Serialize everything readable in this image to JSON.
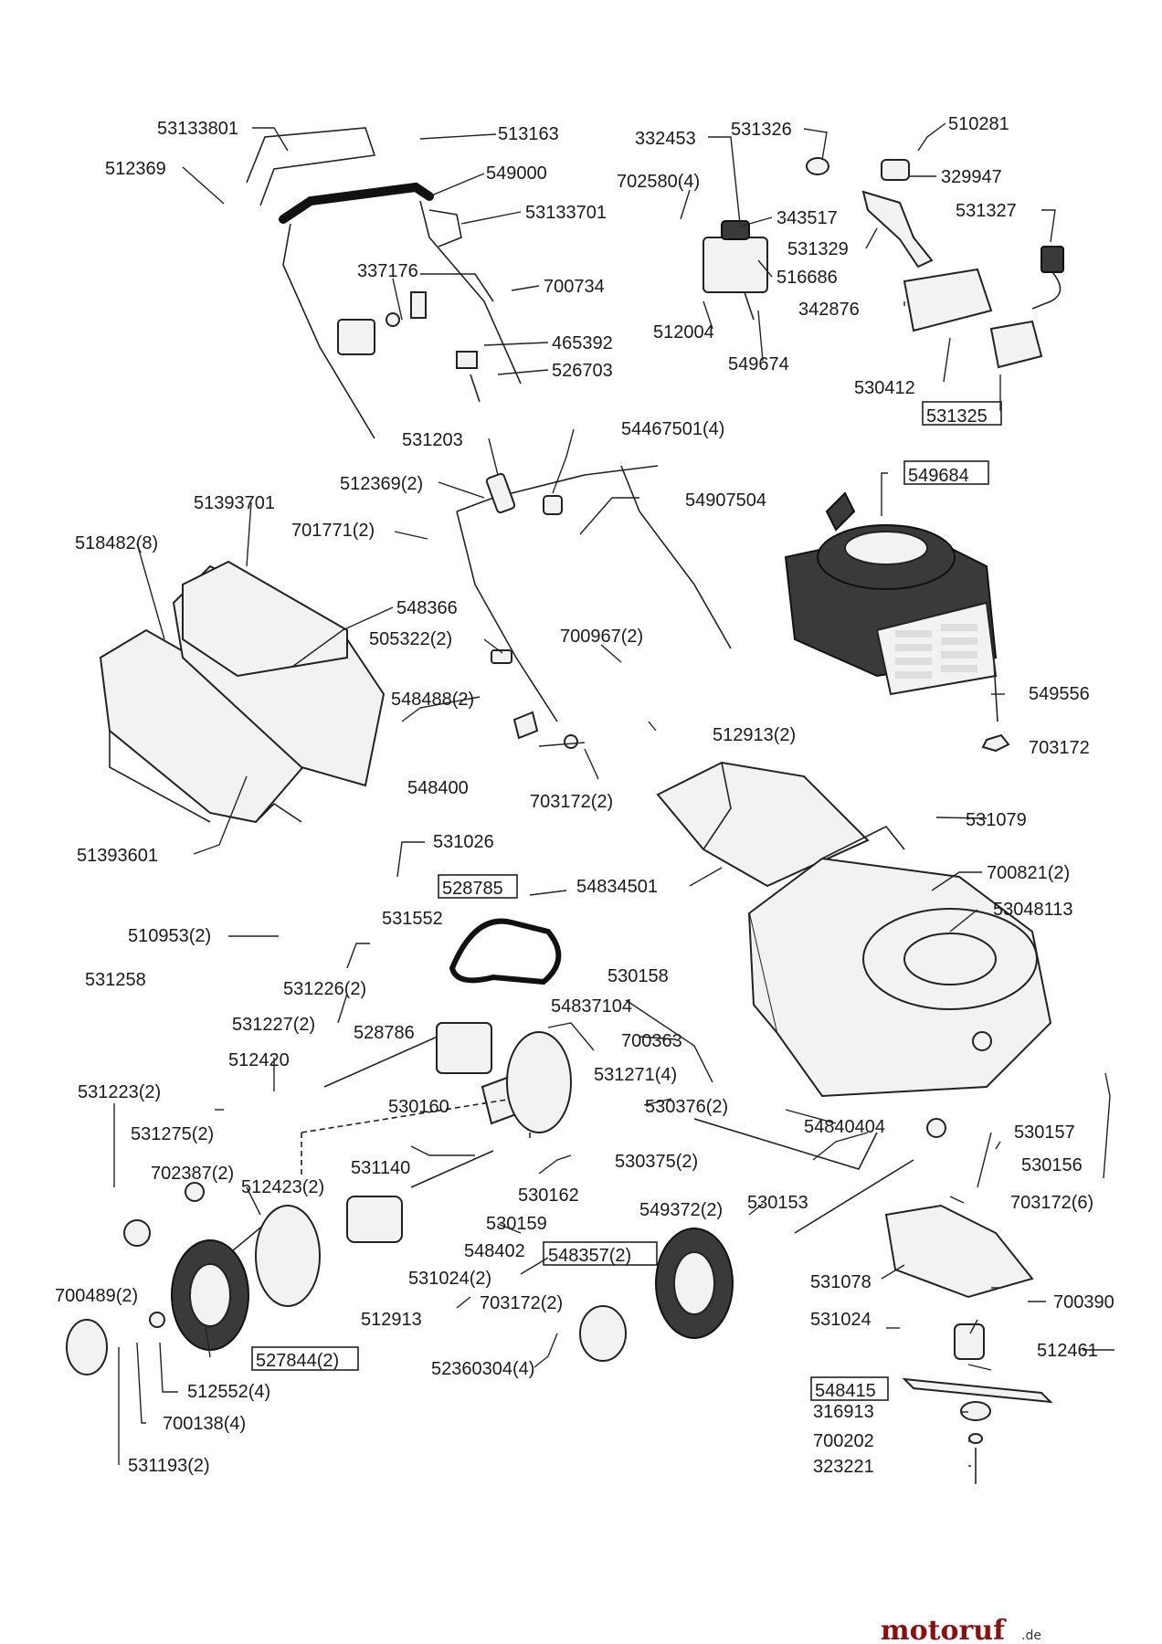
{
  "labels": {
    "l1": "53133801",
    "l2": "513163",
    "l3": "512369",
    "l4": "549000",
    "l5": "53133701",
    "l6": "337176",
    "l7": "700734",
    "l8": "465392",
    "l9": "526703",
    "l10": "332453",
    "l11": "531326",
    "l12": "510281",
    "l13": "702580(4)",
    "l14": "329947",
    "l15": "343517",
    "l16": "531327",
    "l17": "531329",
    "l18": "516686",
    "l19": "342876",
    "l20": "512004",
    "l21": "549674",
    "l22": "530412",
    "l23": "531325",
    "l24": "531203",
    "l25": "54467501(4)",
    "l26": "512369(2)",
    "l27": "54907504",
    "l28": "51393701",
    "l29": "701771(2)",
    "l30": "549684",
    "l31": "518482(8)",
    "l32": "548366",
    "l33": "505322(2)",
    "l34": "700967(2)",
    "l35": "549556",
    "l36": "548488(2)",
    "l37": "512913(2)",
    "l38": "703172",
    "l39": "548400",
    "l40": "703172(2)",
    "l41": "531079",
    "l42": "51393601",
    "l43": "531026",
    "l44": "700821(2)",
    "l45": "528785",
    "l46": "54834501",
    "l47": "53048113",
    "l48": "510953(2)",
    "l49": "531552",
    "l50": "531258",
    "l51": "531226(2)",
    "l52": "530158",
    "l53": "531227(2)",
    "l54": "528786",
    "l55": "54837104",
    "l56": "512420",
    "l57": "700363",
    "l58": "531223(2)",
    "l59": "531271(4)",
    "l60": "530160",
    "l61": "531275(2)",
    "l62": "530376(2)",
    "l63": "54840404",
    "l64": "530157",
    "l65": "702387(2)",
    "l66": "531140",
    "l67": "530375(2)",
    "l68": "530156",
    "l69": "512423(2)",
    "l70": "530162",
    "l71": "530153",
    "l72": "703172(6)",
    "l73": "530159",
    "l74": "549372(2)",
    "l75": "548402",
    "l76": "548357(2)",
    "l77": "531078",
    "l78": "700489(2)",
    "l79": "531024(2)",
    "l80": "703172(2)",
    "l81": "531024",
    "l82": "700390",
    "l83": "512913",
    "l84": "512461",
    "l85": "527844(2)",
    "l86": "52360304(4)",
    "l87": "548415",
    "l88": "512552(4)",
    "l89": "316913",
    "l90": "700138(4)",
    "l91": "700202",
    "l92": "323221",
    "l93": "531193(2)"
  },
  "watermark": {
    "main": "motoruf",
    "tld": ".de"
  }
}
